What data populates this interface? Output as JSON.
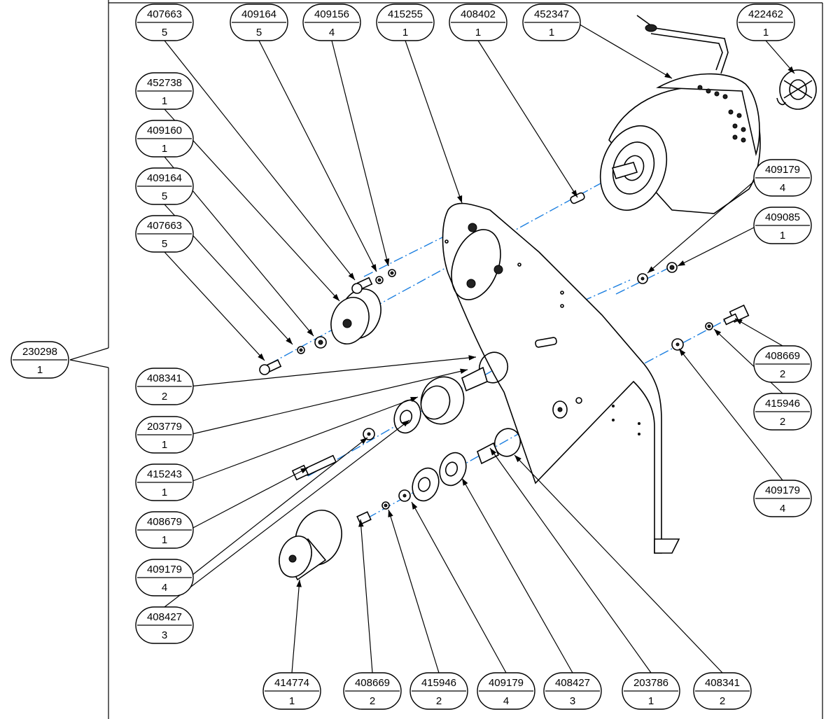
{
  "assembly": {
    "part": "230298",
    "qty": "1"
  },
  "callouts": [
    {
      "part": "407663",
      "qty": "5"
    },
    {
      "part": "409164",
      "qty": "5"
    },
    {
      "part": "409156",
      "qty": "4"
    },
    {
      "part": "415255",
      "qty": "1"
    },
    {
      "part": "408402",
      "qty": "1"
    },
    {
      "part": "452347",
      "qty": "1"
    },
    {
      "part": "422462",
      "qty": "1"
    },
    {
      "part": "452738",
      "qty": "1"
    },
    {
      "part": "409160",
      "qty": "1"
    },
    {
      "part": "409164",
      "qty": "5"
    },
    {
      "part": "407663",
      "qty": "5"
    },
    {
      "part": "409179",
      "qty": "4"
    },
    {
      "part": "409085",
      "qty": "1"
    },
    {
      "part": "408669",
      "qty": "2"
    },
    {
      "part": "415946",
      "qty": "2"
    },
    {
      "part": "409179",
      "qty": "4"
    },
    {
      "part": "408341",
      "qty": "2"
    },
    {
      "part": "203779",
      "qty": "1"
    },
    {
      "part": "415243",
      "qty": "1"
    },
    {
      "part": "408679",
      "qty": "1"
    },
    {
      "part": "409179",
      "qty": "4"
    },
    {
      "part": "408427",
      "qty": "3"
    },
    {
      "part": "414774",
      "qty": "1"
    },
    {
      "part": "408669",
      "qty": "2"
    },
    {
      "part": "415946",
      "qty": "2"
    },
    {
      "part": "409179",
      "qty": "4"
    },
    {
      "part": "408427",
      "qty": "3"
    },
    {
      "part": "203786",
      "qty": "1"
    },
    {
      "part": "408341",
      "qty": "2"
    }
  ],
  "colors": {
    "line": "#000000",
    "axis": "#1c7fe0",
    "background": "#ffffff"
  }
}
